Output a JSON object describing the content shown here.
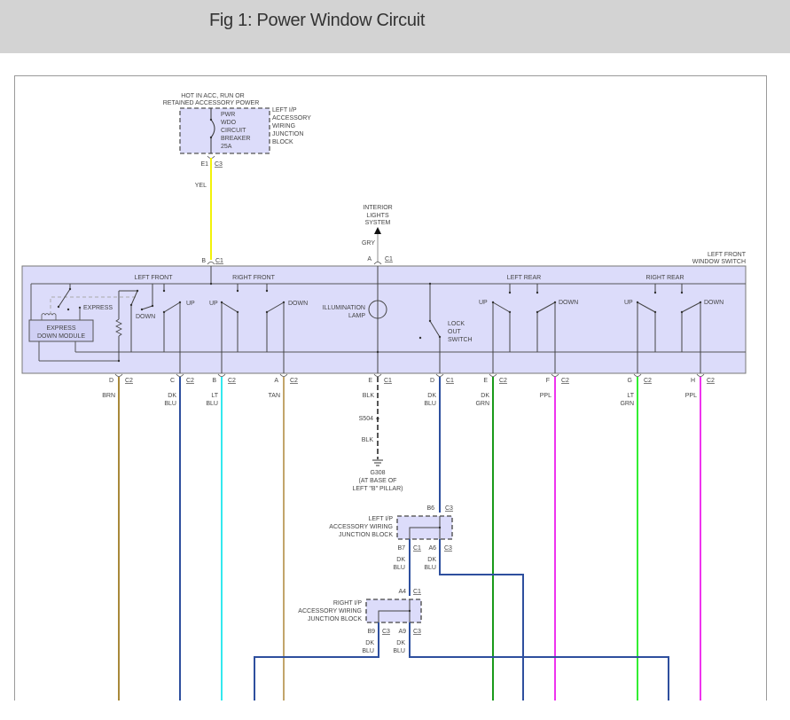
{
  "header": {
    "title": "Fig 1: Power Window Circuit"
  },
  "diagram": {
    "power_source_note": [
      "HOT IN ACC, RUN OR",
      "RETAINED ACCESSORY POWER"
    ],
    "circuit_breaker": {
      "label": [
        "PWR",
        "WDO",
        "CIRCUIT",
        "BREAKER",
        "25A"
      ],
      "block_label": [
        "LEFT I/P",
        "ACCESSORY",
        "WIRING",
        "JUNCTION",
        "BLOCK"
      ],
      "pin": "E1",
      "connector": "C3"
    },
    "yel_wire": {
      "color_label": "YEL",
      "color": "#f2f20a"
    },
    "interior_lights": {
      "label": [
        "INTERIOR",
        "LIGHTS",
        "SYSTEM"
      ],
      "wire_label": "GRY",
      "wire_color": "#b8b8b8",
      "pin": "A",
      "connector": "C1"
    },
    "switch_input_b": {
      "pin": "B",
      "connector": "C1"
    },
    "window_switch": {
      "title": [
        "LEFT FRONT",
        "WINDOW SWITCH"
      ],
      "fill": "#dcdcfa",
      "sections": {
        "left_front": "LEFT FRONT",
        "right_front": "RIGHT FRONT",
        "left_rear": "LEFT REAR",
        "right_rear": "RIGHT REAR"
      },
      "labels": {
        "express": "EXPRESS",
        "express_module": [
          "EXPRESS",
          "DOWN MODULE"
        ],
        "down": "DOWN",
        "up": "UP",
        "illumination_lamp": [
          "ILLUMINATION",
          "LAMP"
        ],
        "lock_out_switch": [
          "LOCK",
          "OUT",
          "SWITCH"
        ]
      }
    },
    "outputs": [
      {
        "pin": "D",
        "connector": "C2",
        "color_label": [
          "BRN"
        ],
        "color": "#a8893a"
      },
      {
        "pin": "C",
        "connector": "C2",
        "color_label": [
          "DK",
          "BLU"
        ],
        "color": "#2e4f9e"
      },
      {
        "pin": "B",
        "connector": "C2",
        "color_label": [
          "LT",
          "BLU"
        ],
        "color": "#33e8ee"
      },
      {
        "pin": "A",
        "connector": "C2",
        "color_label": [
          "TAN"
        ],
        "color": "#c2a56b"
      },
      {
        "pin": "E",
        "connector": "C1",
        "color_label": [
          "BLK"
        ],
        "color": "#555555"
      },
      {
        "pin": "D",
        "connector": "C1",
        "color_label": [
          "DK",
          "BLU"
        ],
        "color": "#2e4f9e"
      },
      {
        "pin": "E",
        "connector": "C2",
        "color_label": [
          "DK",
          "GRN"
        ],
        "color": "#1a9a1a"
      },
      {
        "pin": "F",
        "connector": "C2",
        "color_label": [
          "PPL"
        ],
        "color": "#ee33ee"
      },
      {
        "pin": "G",
        "connector": "C2",
        "color_label": [
          "LT",
          "GRN"
        ],
        "color": "#33ee33"
      },
      {
        "pin": "H",
        "connector": "C2",
        "color_label": [
          "PPL"
        ],
        "color": "#ee33ee"
      }
    ],
    "ground": {
      "splice": "S504",
      "wire_label": "BLK",
      "ground_id": "G308",
      "location": [
        "(AT BASE OF",
        "LEFT \"B\" PILLAR)"
      ]
    },
    "left_ip_block": {
      "label": [
        "LEFT I/P",
        "ACCESSORY WIRING",
        "JUNCTION BLOCK"
      ],
      "in_pin": "B6",
      "in_connector": "C3",
      "out1_pin": "B7",
      "out1_connector": "C1",
      "out1_label": [
        "DK",
        "BLU"
      ],
      "out2_pin": "A6",
      "out2_connector": "C3",
      "out2_label": [
        "DK",
        "BLU"
      ]
    },
    "right_ip_block": {
      "label": [
        "RIGHT I/P",
        "ACCESSORY WIRING",
        "JUNCTION BLOCK"
      ],
      "in_pin": "A4",
      "in_connector": "C1",
      "out1_pin": "B9",
      "out1_connector": "C3",
      "out1_label": [
        "DK",
        "BLU"
      ],
      "out2_pin": "A9",
      "out2_connector": "C3",
      "out2_label": [
        "DK",
        "BLU"
      ]
    }
  }
}
